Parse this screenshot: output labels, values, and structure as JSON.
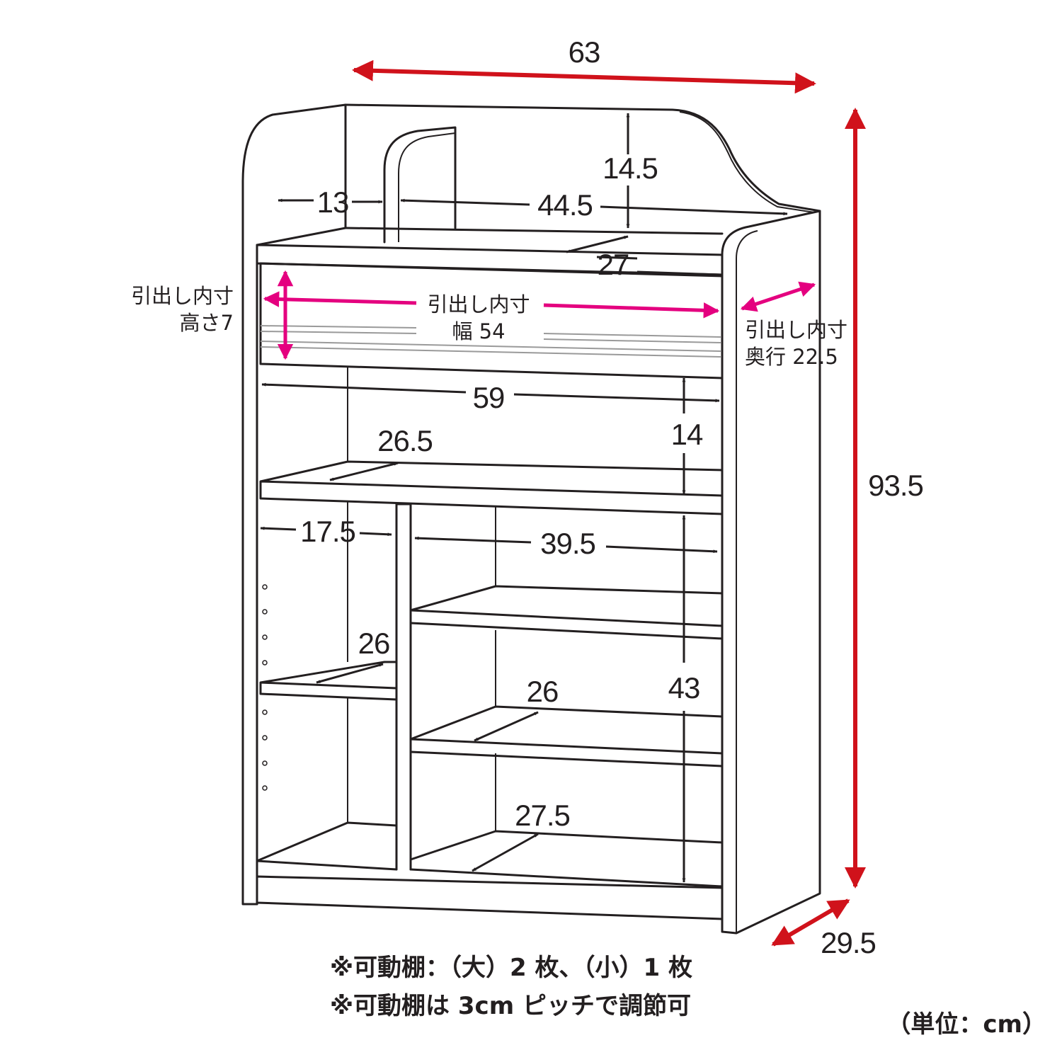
{
  "dimensions": {
    "overall_width": "63",
    "overall_height": "93.5",
    "overall_depth": "29.5",
    "top_height": "14.5",
    "top_left_width": "13",
    "top_right_width": "44.5",
    "top_depth": "27",
    "inner_width": "59",
    "upper_height": "14",
    "upper_shelf_depth": "26.5",
    "left_width": "17.5",
    "right_width": "39.5",
    "small_shelf_depth": "26",
    "large_shelf_depth": "26",
    "lower_height": "43",
    "bottom_depth": "27.5"
  },
  "drawer": {
    "height_label_line1": "引出し内寸",
    "height_label_line2": "高さ7",
    "width_label_line1": "引出し内寸",
    "width_label_line2": "幅 54",
    "depth_label_line1": "引出し内寸",
    "depth_label_line2": "奥行 22.5"
  },
  "notes": {
    "line1": "※可動棚：（大）2 枚、（小）1 枚",
    "line2": "※可動棚は 3cm ピッチで調節可"
  },
  "unit_label": "（単位：cm）",
  "colors": {
    "outline": "#231f20",
    "overall_dimension_arrows": "#d0121b",
    "drawer_dimension_arrows": "#e4007f"
  }
}
